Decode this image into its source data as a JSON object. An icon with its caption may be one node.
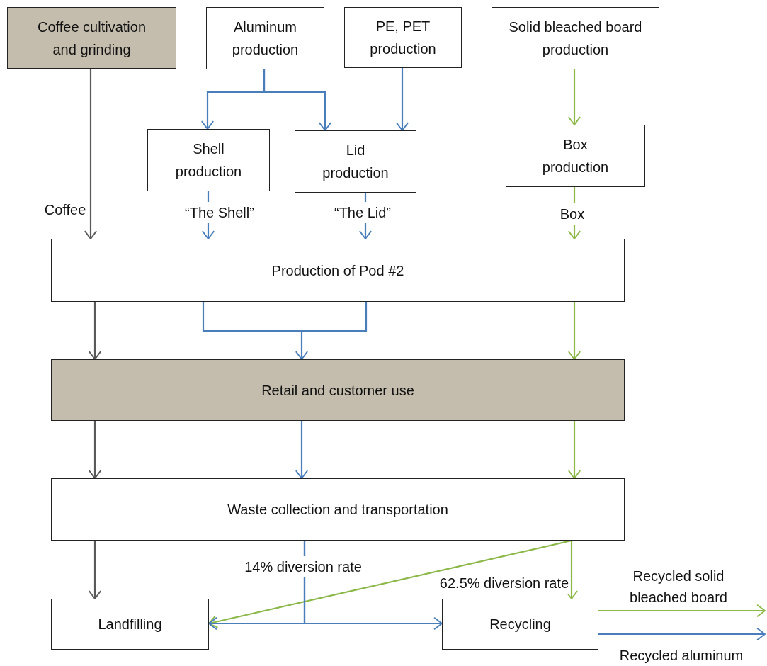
{
  "diagram": {
    "nodes": [
      {
        "text": [
          "Coffee cultivation and grinding"
        ]
      },
      {
        "text": [
          "Aluminum production"
        ]
      },
      {
        "text": [
          "PE, PET production"
        ]
      },
      {
        "text": [
          "Solid bleached board production"
        ]
      },
      {
        "text": [
          "Shell production"
        ]
      },
      {
        "text": [
          "Lid production"
        ]
      },
      {
        "text": [
          "Box production"
        ]
      },
      {
        "text": [
          "Production of Pod #2"
        ]
      },
      {
        "text": [
          "Retail and customer use"
        ]
      },
      {
        "text": [
          "Waste collection and transportation"
        ]
      },
      {
        "text": [
          "Landfilling"
        ]
      },
      {
        "text": [
          "Recycling"
        ]
      }
    ],
    "edges": [
      {
        "from": 0,
        "to": 7,
        "arrow": "to",
        "label": "Coffee",
        "color": "#595959"
      },
      {
        "from": 1,
        "to": 4,
        "arrow": "to"
      },
      {
        "from": 1,
        "to": 5,
        "arrow": "to"
      },
      {
        "from": 2,
        "to": 5,
        "arrow": "to"
      },
      {
        "from": 3,
        "to": 6,
        "arrow": "to",
        "color": "#8cb84a"
      },
      {
        "from": 4,
        "to": 7,
        "arrow": "to",
        "label": "“The Shell”"
      },
      {
        "from": 5,
        "to": 7,
        "arrow": "to",
        "label": "“The Lid”"
      },
      {
        "from": 6,
        "to": 7,
        "arrow": "to",
        "label": "Box",
        "color": "#8cb84a"
      },
      {
        "from": 7,
        "to": 8,
        "arrow": "to",
        "color": "#595959"
      },
      {
        "from": 7,
        "to": 8,
        "arrow": "to"
      },
      {
        "from": 7,
        "to": 8,
        "arrow": "to",
        "color": "#8cb84a"
      },
      {
        "from": 8,
        "to": 9,
        "arrow": "to",
        "color": "#595959"
      },
      {
        "from": 8,
        "to": 9,
        "arrow": "to"
      },
      {
        "from": 8,
        "to": 9,
        "arrow": "to",
        "color": "#8cb84a"
      },
      {
        "from": 9,
        "to": 10,
        "arrow": "to",
        "color": "#595959"
      },
      {
        "from": 9,
        "to": 10,
        "arrow": "to",
        "color": "#8cb84a"
      },
      {
        "from": 9,
        "to": 10,
        "arrow": "to"
      },
      {
        "from": 9,
        "to": 11,
        "arrow": "to",
        "label": "14% diversion rate"
      },
      {
        "from": 9,
        "to": 11,
        "arrow": "to",
        "label": "62.5% diversion rate",
        "color": "#8cb84a"
      },
      {
        "from": 11,
        "to": null,
        "arrow": "to",
        "label": "Recycled solid bleached board",
        "color": "#8cb84a"
      },
      {
        "from": 11,
        "to": null,
        "arrow": "to",
        "label": "Recycled aluminum"
      }
    ]
  }
}
